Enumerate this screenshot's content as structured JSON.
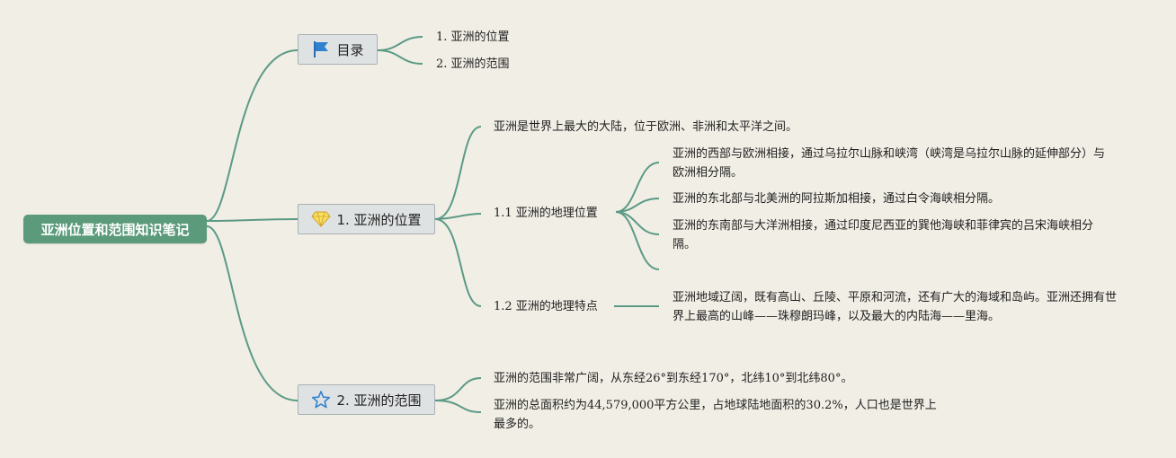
{
  "root": {
    "label": "亚洲位置和范围知识笔记"
  },
  "topics": {
    "catalog": {
      "icon": "flag-icon",
      "label": "目录",
      "items": [
        "1. 亚洲的位置",
        "2. 亚洲的范围"
      ]
    },
    "position": {
      "icon": "diamond-icon",
      "label": "1. 亚洲的位置",
      "summary": "亚洲是世界上最大的大陆，位于欧洲、非洲和太平洋之间。",
      "sub1": {
        "label": "1.1 亚洲的地理位置",
        "points": [
          "亚洲的西部与欧洲相接，通过乌拉尔山脉和峡湾（峡湾是乌拉尔山脉的延伸部分）与欧洲相分隔。",
          "亚洲的东北部与北美洲的阿拉斯加相接，通过白令海峡相分隔。",
          "亚洲的东南部与大洋洲相接，通过印度尼西亚的巽他海峡和菲律宾的吕宋海峡相分隔。"
        ]
      },
      "sub2": {
        "label": "1.2 亚洲的地理特点",
        "text": "亚洲地域辽阔，既有高山、丘陵、平原和河流，还有广大的海域和岛屿。亚洲还拥有世界上最高的山峰——珠穆朗玛峰，以及最大的内陆海——里海。"
      }
    },
    "range": {
      "icon": "star-icon",
      "label": "2. 亚洲的范围",
      "points": [
        "亚洲的范围非常广阔，从东经26°到东经170°，北纬10°到北纬80°。",
        "亚洲的总面积约为44,579,000平方公里，占地球陆地面积的30.2%，人口也是世界上最多的。"
      ]
    }
  },
  "colors": {
    "line": "#5b9a86",
    "root": "#5b9a7a",
    "background": "#f1eee5"
  }
}
